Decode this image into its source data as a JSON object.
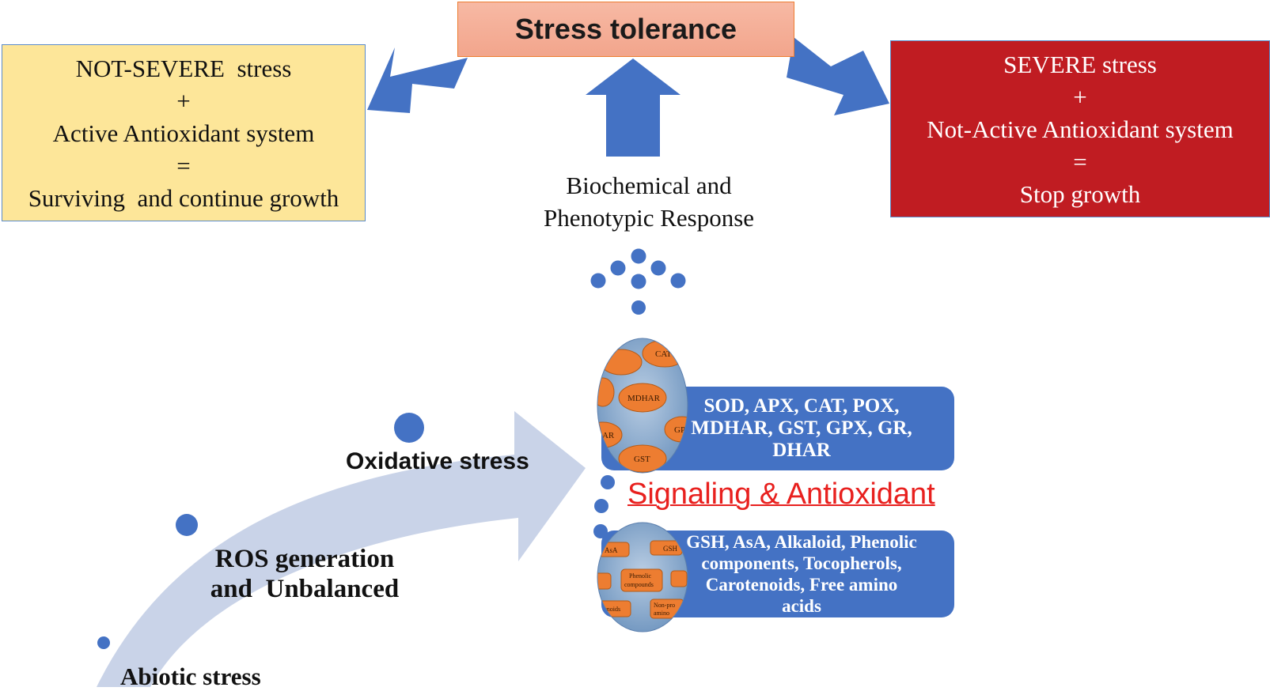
{
  "top_box": {
    "title": "Stress tolerance"
  },
  "left_box": {
    "lines": [
      "NOT-SEVERE  stress",
      "+",
      "Active Antioxidant system",
      "=",
      "Surviving  and continue growth"
    ]
  },
  "right_box": {
    "lines": [
      "SEVERE stress",
      "+",
      "Not-Active Antioxidant system",
      "=",
      "Stop growth"
    ]
  },
  "response": {
    "line1": "Biochemical and",
    "line2": "Phenotypic Response"
  },
  "enzymes": {
    "line1": "SOD, APX, CAT, POX,",
    "line2": "MDHAR, GST, GPX, GR,",
    "line3": "DHAR"
  },
  "non_enzymes": {
    "line1": "GSH, AsA, Alkaloid, Phenolic",
    "line2": "components, Tocopherols,",
    "line3": "Carotenoids, Free amino",
    "line4": "acids"
  },
  "signaling": {
    "label": "Signaling & Antioxidant"
  },
  "stages": {
    "oxidative": "Oxidative stress",
    "ros_line1": "ROS generation",
    "ros_line2": "and  Unbalanced",
    "abiotic": "Abiotic stress"
  },
  "enzyme_cell_labels": [
    "CAT",
    "MDHAR",
    "GPX",
    "HAR",
    "GST"
  ],
  "nonenzyme_cell_labels": [
    "AsA",
    "GSH",
    "Phenolic",
    "compounds",
    "otenoids",
    "Non-pro",
    "amino"
  ],
  "colors": {
    "arrow_blue": "#4472c4",
    "swoosh": "#c9d3e8",
    "dot_blue": "#4472c4",
    "severe_red": "#c01c22",
    "not_severe_yellow": "#fde699",
    "tolerance_salmon": "#f4ad93",
    "signaling_red": "#e8201e",
    "cell_orange": "#ed7d31"
  }
}
